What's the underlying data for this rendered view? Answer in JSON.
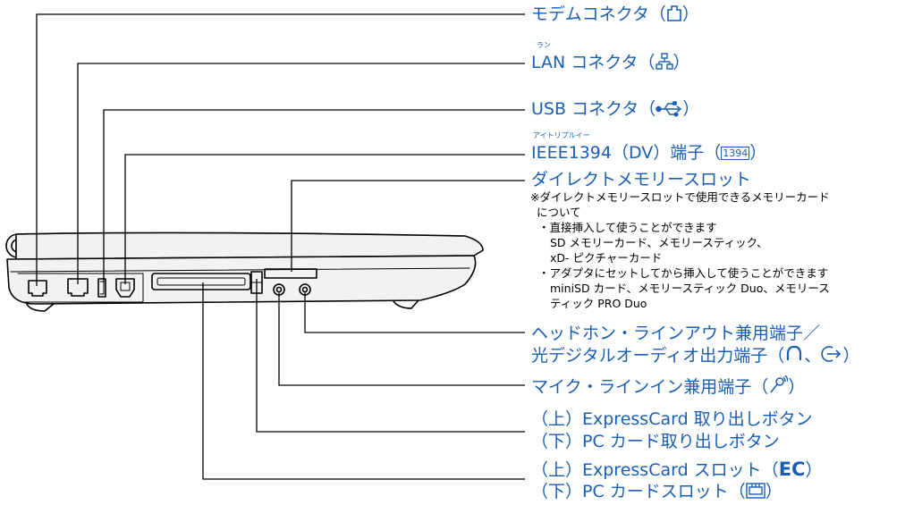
{
  "labels": {
    "modem": "モデムコネクタ（",
    "lan": "LAN コネクタ（",
    "lan_ruby": "ラン",
    "usb": "USB コネクタ（",
    "ieee": "IEEE1394（DV）端子（",
    "ieee_ruby": "アイトリプルイー",
    "ieee_icon_text": "1394",
    "direct": "ダイレクトメモリースロット",
    "headphone_1": "ヘッドホン・ラインアウト兼用端子／",
    "headphone_2": "光デジタルオーディオ出力端子（",
    "mic": "マイク・ラインイン兼用端子（",
    "eject_1": "（上）ExpressCard 取り出しボタン",
    "eject_2": "（下）PC カード取り出しボタン",
    "slot_1": "（上）ExpressCard スロット（",
    "slot_1_ec": "EC",
    "slot_2": "（下）PC カードスロット（",
    "close_paren": "）",
    "comma": "、"
  },
  "note": {
    "lines": [
      "※ダイレクトメモリースロットで使用できるメモリーカード",
      "について",
      "・直接挿入して使うことができます",
      "SD メモリーカード、メモリースティック、",
      "xD- ピクチャーカード",
      "・アダプタにセットしてから挿入して使うことができます",
      "miniSD カード、メモリースティック Duo、メモリース",
      "ティック PRO Duo"
    ]
  },
  "colors": {
    "label": "#1a5fb4",
    "line": "#000000",
    "body_fill": "#f2f2f2"
  },
  "icons": [
    "modem-icon",
    "lan-icon",
    "usb-icon",
    "ieee1394-icon",
    "headphone-icon",
    "optical-out-icon",
    "mic-icon",
    "pc-card-icon"
  ]
}
